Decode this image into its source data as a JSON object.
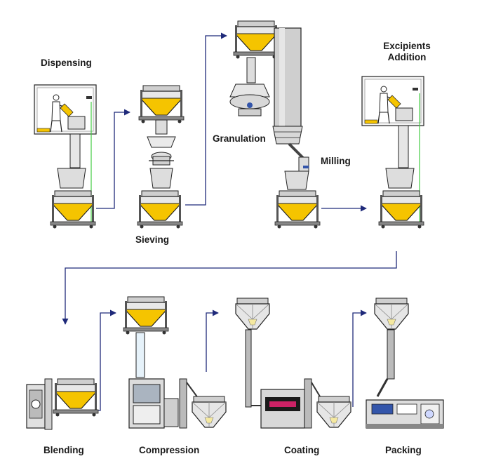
{
  "stages": {
    "dispensing": "Dispensing",
    "sieving": "Sieving",
    "granulation": "Granulation",
    "milling": "Milling",
    "excipients_line1": "Excipients",
    "excipients_line2": "Addition",
    "blending": "Blending",
    "compression": "Compression",
    "coating": "Coating",
    "packing": "Packing"
  },
  "colors": {
    "powder_yellow": "#f5c400",
    "equipment_gray": "#c8c8c8",
    "outline": "#222222",
    "flow_arrow": "#1f2a7a",
    "signal_line": "#44cc44",
    "coating_display": "#cc2266"
  },
  "icons": [
    "operator-icon",
    "ibc-bin-icon",
    "hopper-icon",
    "sieve-icon",
    "granulator-icon",
    "mill-icon",
    "blender-icon",
    "tablet-press-icon",
    "coater-icon",
    "packing-machine-icon"
  ]
}
